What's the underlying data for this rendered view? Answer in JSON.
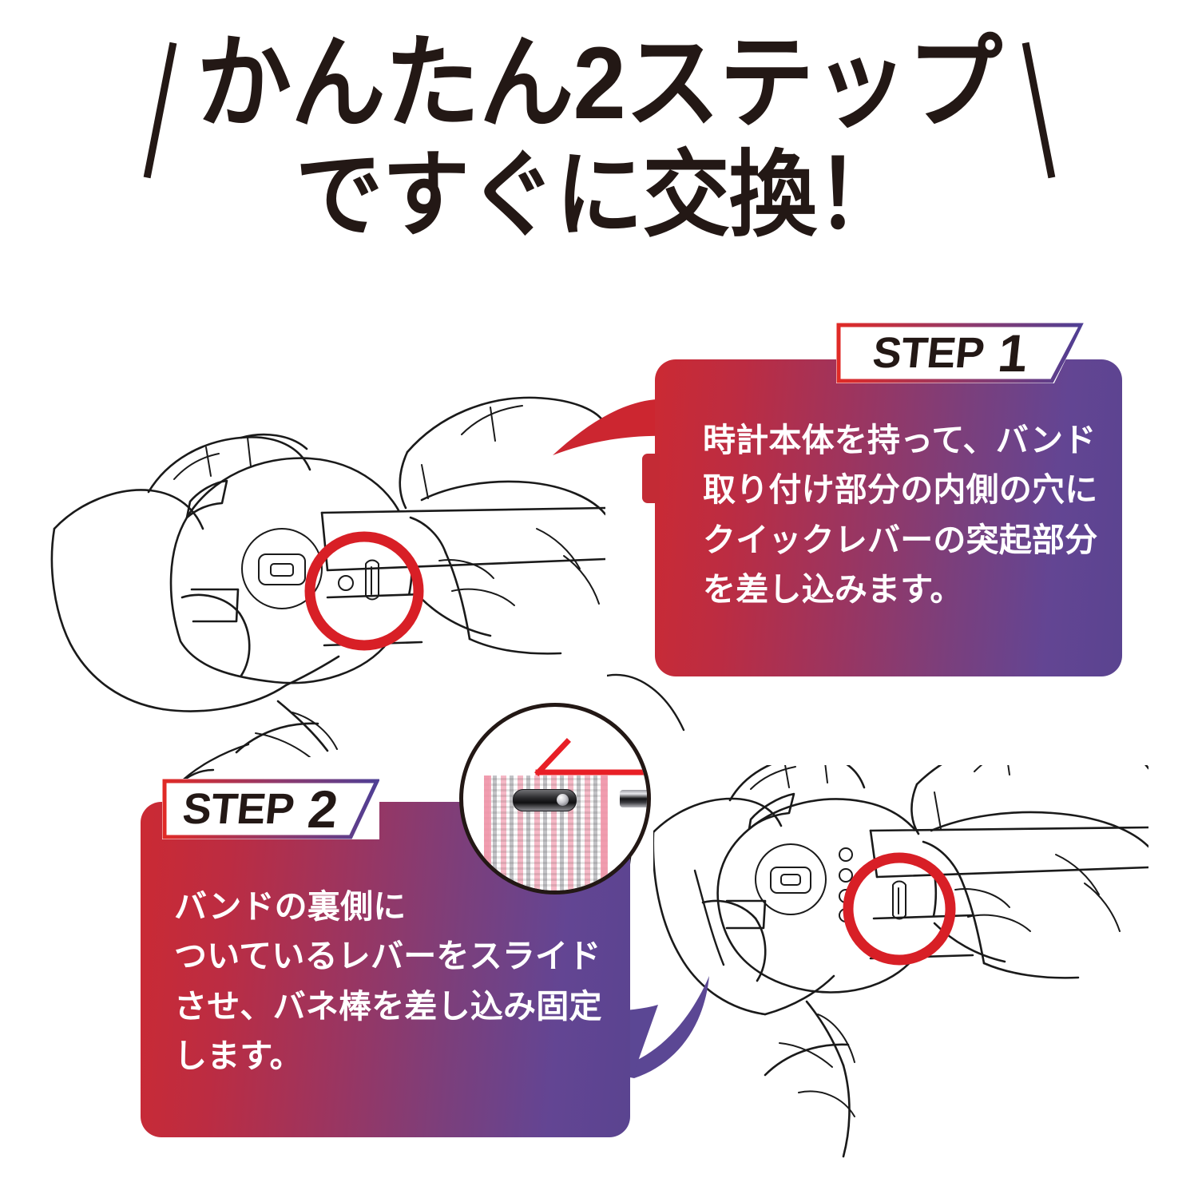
{
  "headline": {
    "line1": "かんたん2ステップ",
    "line2": "ですぐに交換！"
  },
  "steps": [
    {
      "tab_word": "STEP",
      "tab_number": "1",
      "body": "時計本体を持って、バンド取り付け部分の内側の穴にクイックレバーの突起部分を差し込みます。"
    },
    {
      "tab_word": "STEP",
      "tab_number": "2",
      "body": "バンドの裏側に\nついているレバーをスライドさせ、バネ棒を差し込み固定します。"
    }
  ],
  "colors": {
    "gradient_start": "#cb2a33",
    "gradient_end": "#5a4490",
    "highlight_ring": "#d81f26",
    "arrow_red": "#cc2630",
    "arrow_purple": "#5b4794",
    "headline_ink": "#231815",
    "tab_background": "#ffffff"
  },
  "illustrations": {
    "step1_caption": "両手で時計本体とバンドを持つ線画",
    "step2_caption": "バンドを取り付ける線画",
    "inset_caption": "バンド裏側のクイックレバー拡大写真"
  }
}
